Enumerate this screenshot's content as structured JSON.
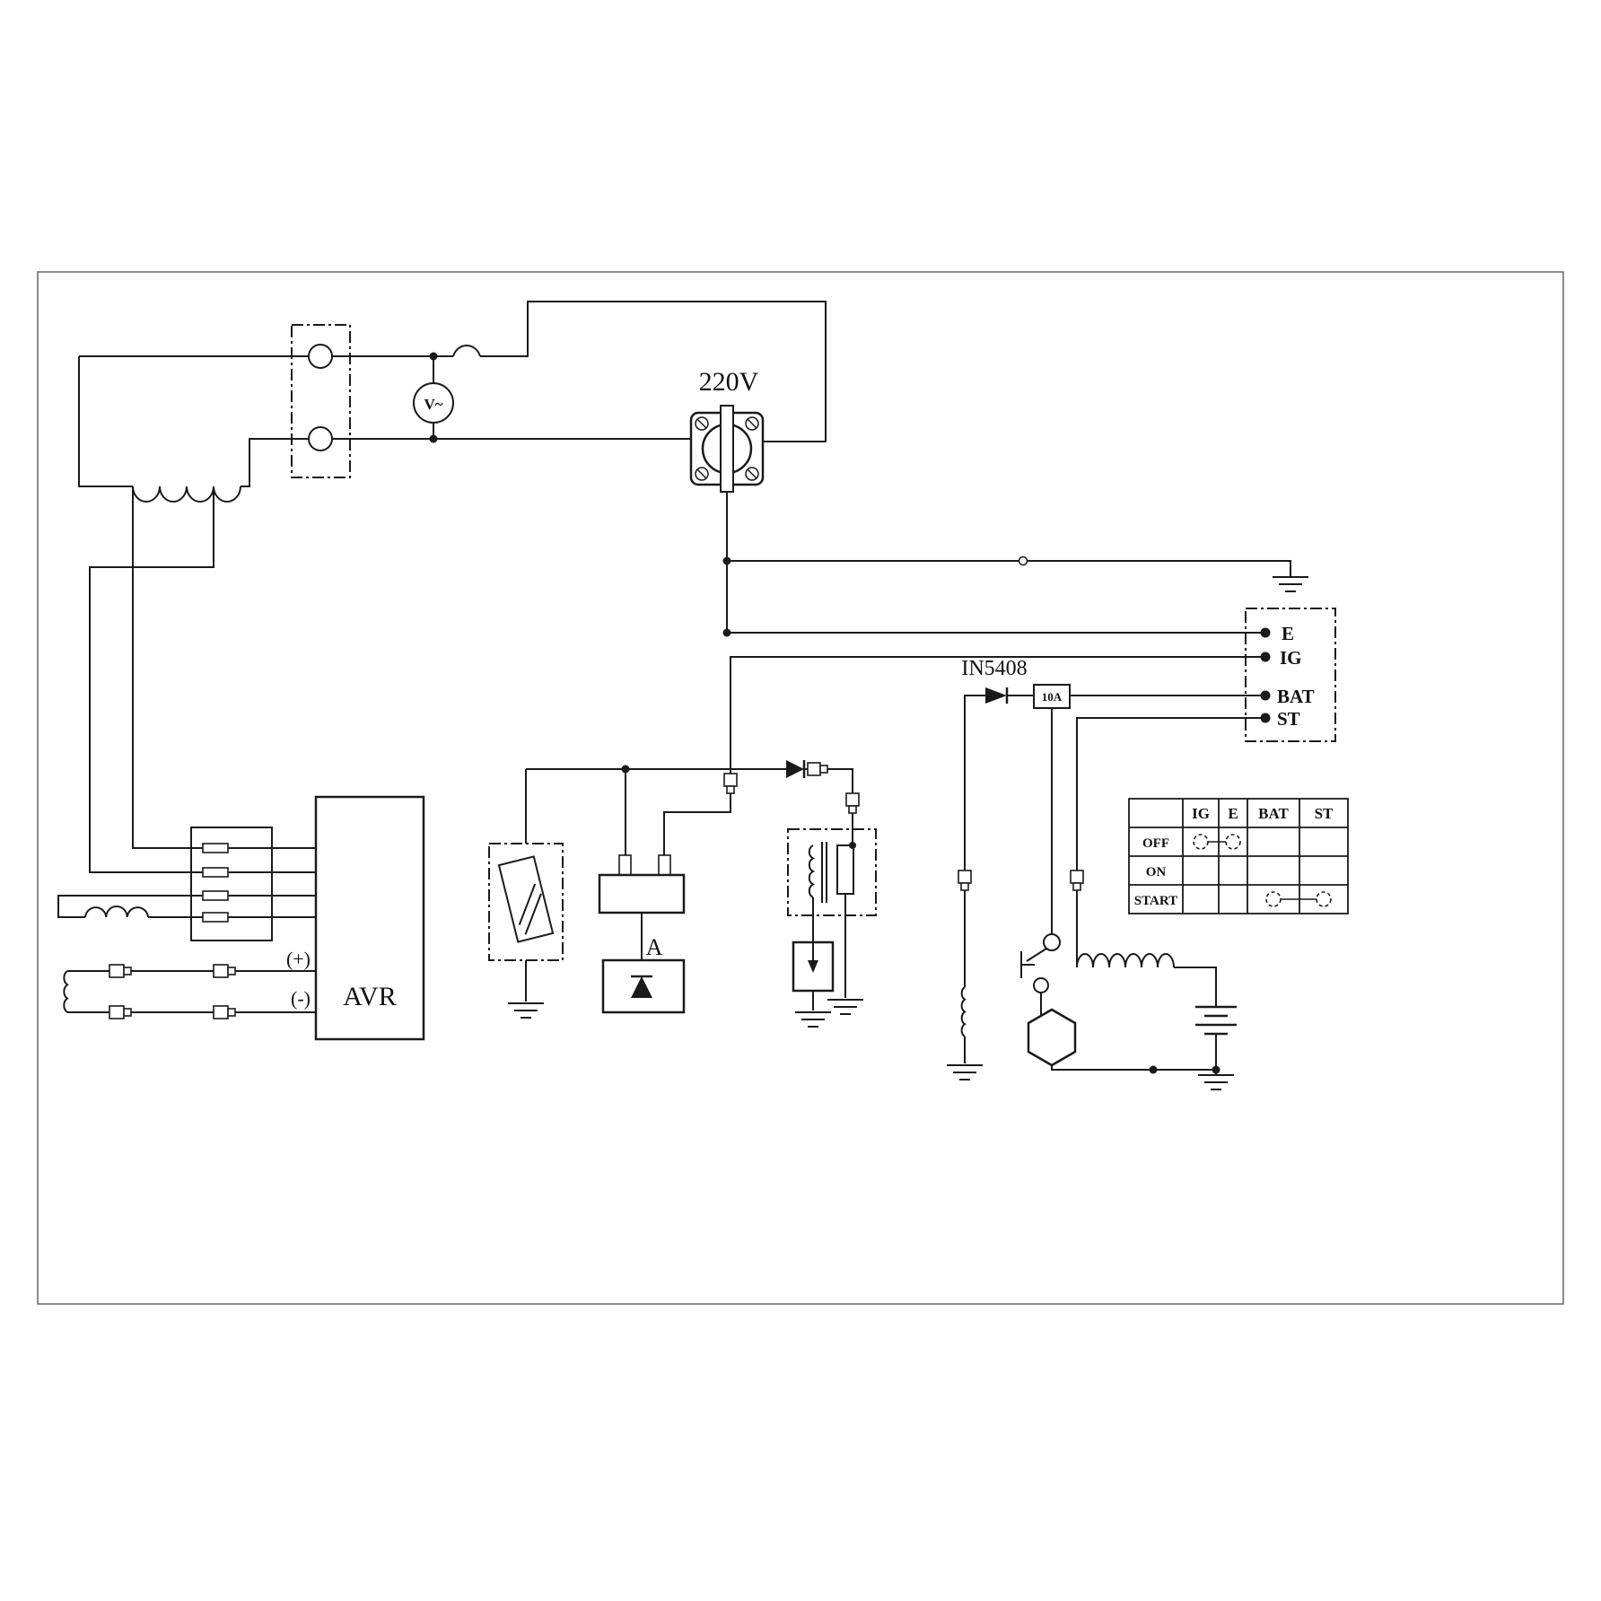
{
  "diagram": {
    "labels": {
      "outlet_voltage": "220V",
      "diode_model": "IN5408",
      "fuse_rating": "10A",
      "regulator": "AVR",
      "field_positive": "(+)",
      "field_negative": "(-)",
      "unit_a": "A",
      "voltmeter": "V~"
    },
    "ignition_switch": {
      "terminals": [
        "E",
        "IG",
        "BAT",
        "ST"
      ]
    },
    "switch_table": {
      "columns": [
        "IG",
        "E",
        "BAT",
        "ST"
      ],
      "rows": [
        "OFF",
        "ON",
        "START"
      ]
    }
  }
}
